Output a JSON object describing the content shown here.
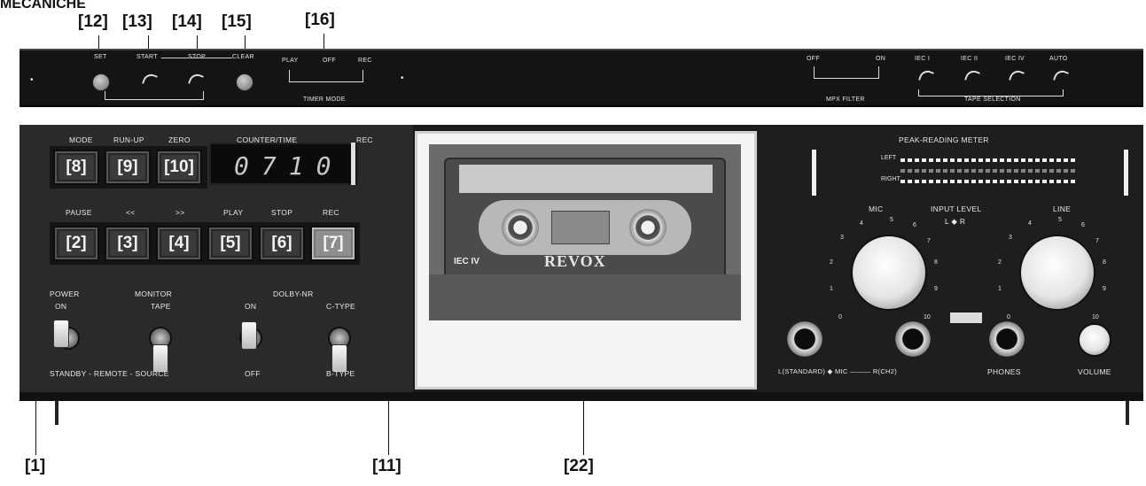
{
  "heading": "MECANICHE",
  "callouts": {
    "c12": "[12]",
    "c13": "[13]",
    "c14": "[14]",
    "c15": "[15]",
    "c16": "[16]",
    "c1": "[1]",
    "c11": "[11]",
    "c22": "[22]"
  },
  "top_strip": {
    "set": "SET",
    "start": "START",
    "stop": "STOP",
    "clear": "CLEAR",
    "play": "PLAY",
    "off": "OFF",
    "rec": "REC",
    "timer_mode": "TIMER MODE",
    "mpx_off": "OFF",
    "mpx_on": "ON",
    "mpx_filter": "MPX FILTER",
    "iec1": "IEC I",
    "iec2": "IEC II",
    "iec4": "IEC IV",
    "auto": "AUTO",
    "tape_selection": "TAPE SELECTION"
  },
  "left_panel": {
    "labels_top": {
      "mode": "MODE",
      "runup": "RUN-UP",
      "zero": "ZERO",
      "counter": "COUNTER/TIME",
      "rec": "REC"
    },
    "keys_top": [
      "[8]",
      "[9]",
      "[10]"
    ],
    "display": "0710",
    "labels_mid": {
      "pause": "PAUSE",
      "rew": "<<",
      "ff": ">>",
      "play": "PLAY",
      "stop": "STOP",
      "rec": "REC"
    },
    "keys_mid": [
      "[2]",
      "[3]",
      "[4]",
      "[5]",
      "[6]",
      "[7]"
    ],
    "power": "POWER",
    "power_on": "ON",
    "monitor": "MONITOR",
    "monitor_tape": "TAPE",
    "dolby": "DOLBY-NR",
    "dolby_on": "ON",
    "dolby_ctype": "C-TYPE",
    "standby": "STANDBY - REMOTE - SOURCE",
    "off": "OFF",
    "btype": "B-TYPE"
  },
  "cassette": {
    "type": "IEC IV",
    "brand": "REVOX"
  },
  "right_panel": {
    "peak_meter": "PEAK-READING METER",
    "left": "LEFT",
    "right": "RIGHT",
    "mic": "MIC",
    "input_level": "INPUT LEVEL",
    "lr": "L ◆ R",
    "line": "LINE",
    "mic_scale": [
      "0",
      "1",
      "2",
      "3",
      "4",
      "5",
      "6",
      "7",
      "8",
      "9",
      "10"
    ],
    "line_scale": [
      "0",
      "1",
      "2",
      "3",
      "4",
      "5",
      "6",
      "7",
      "8",
      "9",
      "10"
    ],
    "jack_row": "L(STANDARD) ◆ MIC ——— R(CH2)",
    "phones": "PHONES",
    "volume": "VOLUME"
  }
}
